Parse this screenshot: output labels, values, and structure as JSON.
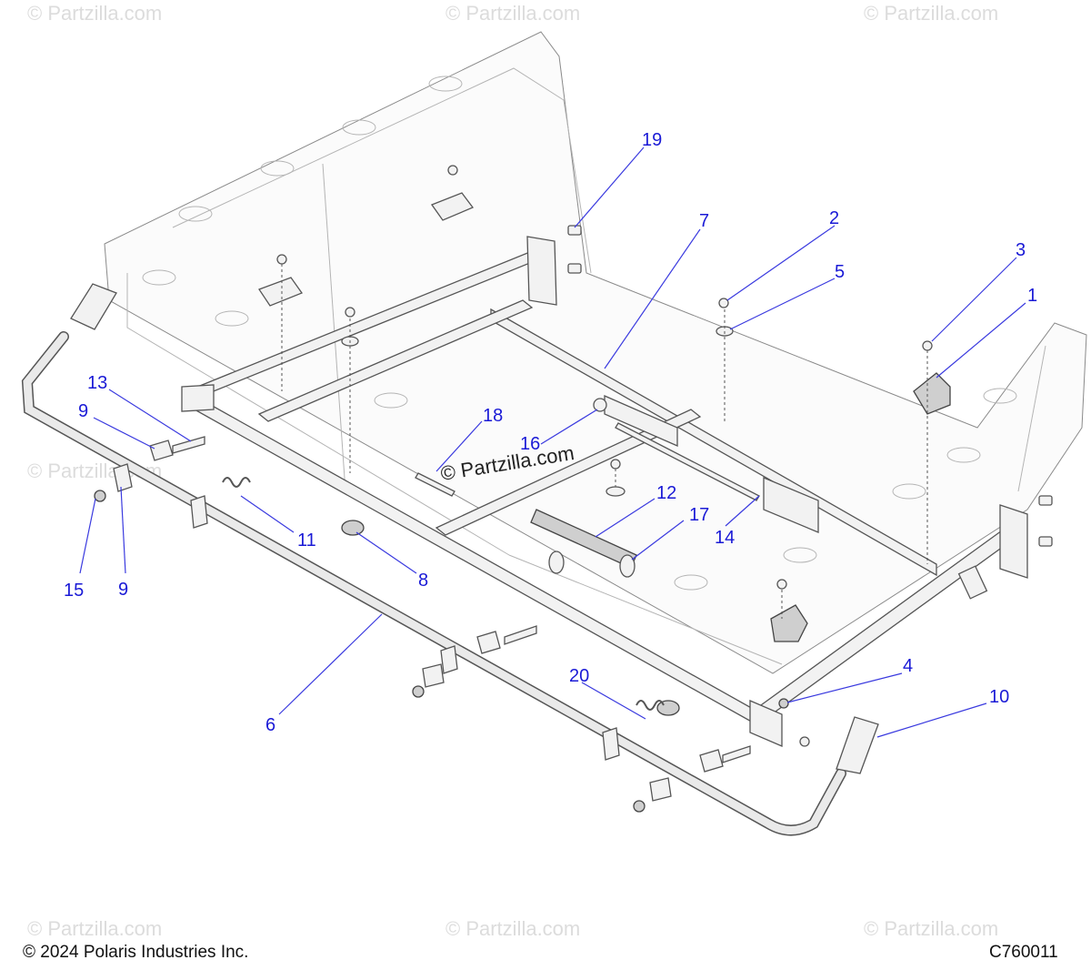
{
  "watermark": {
    "text": "© Partzilla.com",
    "center_text": "© Partzilla.com"
  },
  "footer": {
    "copyright": "© 2024 Polaris Industries Inc.",
    "code": "C760011"
  },
  "callouts": [
    {
      "id": "c1",
      "label": "1"
    },
    {
      "id": "c2",
      "label": "2"
    },
    {
      "id": "c3",
      "label": "3"
    },
    {
      "id": "c4",
      "label": "4"
    },
    {
      "id": "c5",
      "label": "5"
    },
    {
      "id": "c6",
      "label": "6"
    },
    {
      "id": "c7",
      "label": "7"
    },
    {
      "id": "c8",
      "label": "8"
    },
    {
      "id": "c9a",
      "label": "9"
    },
    {
      "id": "c9b",
      "label": "9"
    },
    {
      "id": "c10",
      "label": "10"
    },
    {
      "id": "c11",
      "label": "11"
    },
    {
      "id": "c12",
      "label": "12"
    },
    {
      "id": "c13",
      "label": "13"
    },
    {
      "id": "c14",
      "label": "14"
    },
    {
      "id": "c15",
      "label": "15"
    },
    {
      "id": "c16",
      "label": "16"
    },
    {
      "id": "c17",
      "label": "17"
    },
    {
      "id": "c18",
      "label": "18"
    },
    {
      "id": "c19",
      "label": "19"
    },
    {
      "id": "c20",
      "label": "20"
    }
  ]
}
